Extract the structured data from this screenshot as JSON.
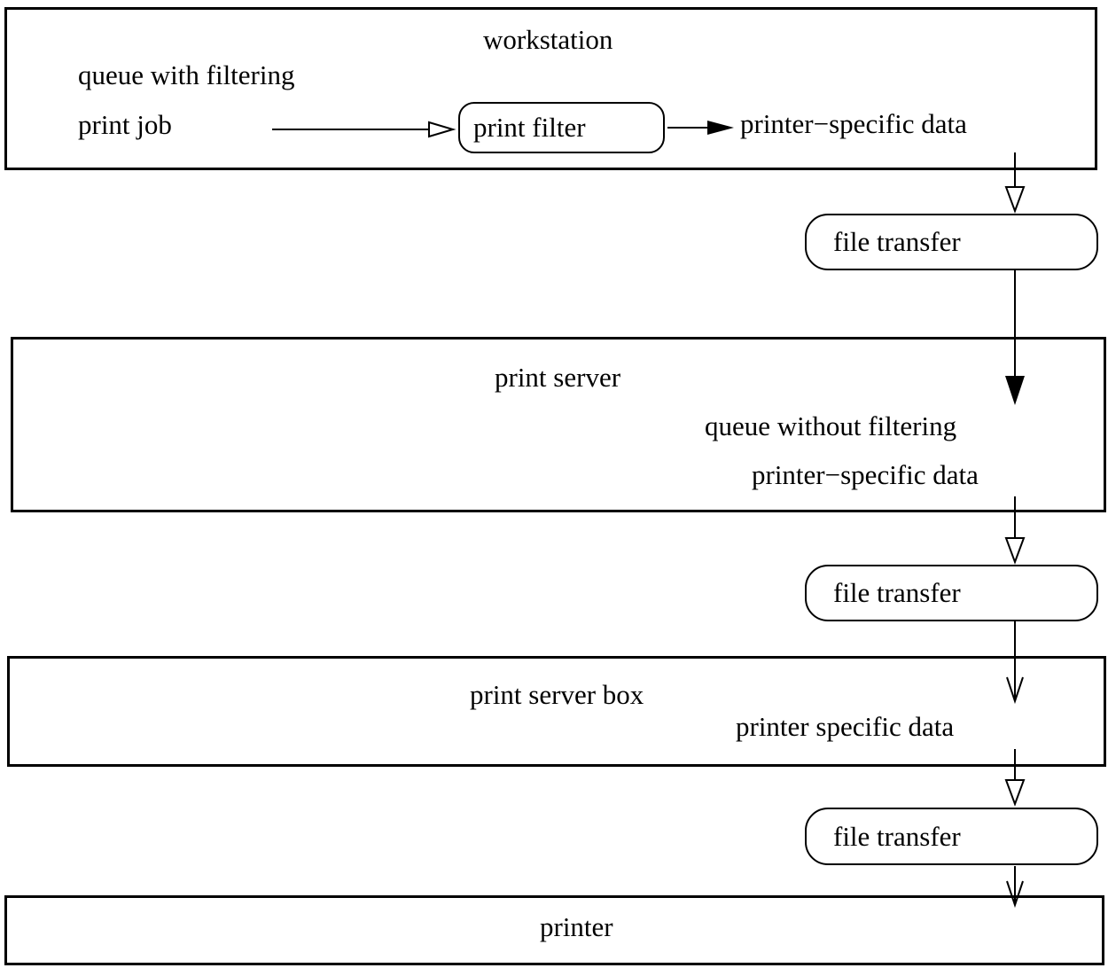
{
  "colors": {
    "line": "#000000",
    "background": "#ffffff",
    "node_fill": "#ffffff"
  },
  "diagram": {
    "workstation": {
      "title": "workstation",
      "queue_label": "queue with filtering",
      "input_label": "print job",
      "filter_node": "print filter",
      "output_label": "printer−specific data"
    },
    "file_transfer_1": {
      "label": "file transfer"
    },
    "print_server": {
      "title": "print server",
      "queue_label": "queue without filtering",
      "data_label": "printer−specific data"
    },
    "file_transfer_2": {
      "label": "file transfer"
    },
    "print_server_box": {
      "title": "print server box",
      "data_label": "printer specific data"
    },
    "file_transfer_3": {
      "label": "file transfer"
    },
    "printer": {
      "title": "printer"
    }
  }
}
